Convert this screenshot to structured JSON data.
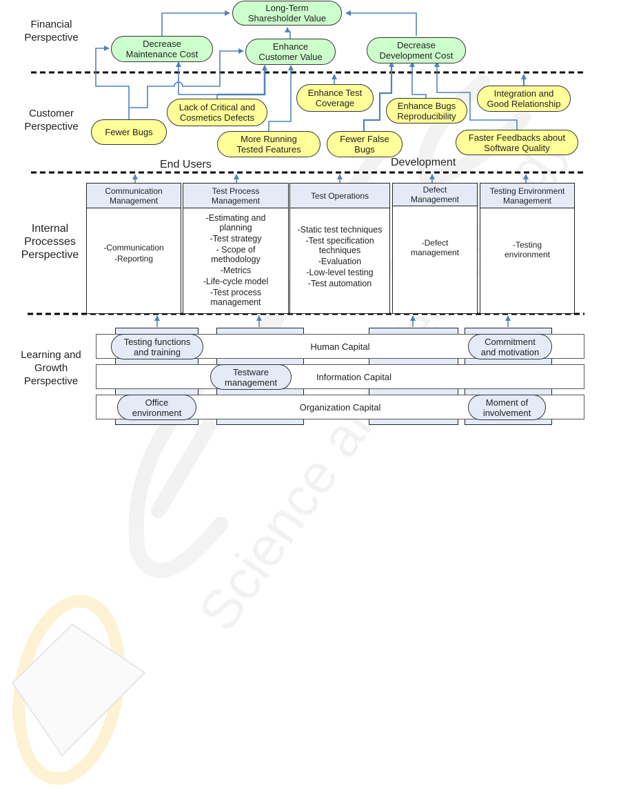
{
  "perspectives": {
    "financial": "Financial\nPerspective",
    "customer": "Customer\nPerspective",
    "internal": "Internal\nProcesses\nPerspective",
    "learning": "Learning and\nGrowth\nPerspective"
  },
  "financial_goals": {
    "shareholder_value": "Long-Term\nSharesholder Value",
    "maintenance_cost": "Decrease\nMaintenance Cost",
    "customer_value": "Enhance\nCustomer Value",
    "development_cost": "Decrease\nDevelopment Cost"
  },
  "customer_goals": {
    "fewer_bugs": "Fewer Bugs",
    "lack_defects": "Lack of Critical and\nCosmetics Defects",
    "running_features": "More Running\nTested Features",
    "test_coverage": "Enhance Test\nCoverage",
    "fewer_false_bugs": "Fewer False\nBugs",
    "bugs_reproducibility": "Enhance Bugs\nReproducibility",
    "faster_feedbacks": "Faster Feedbacks about\nSoftware Quality",
    "integration": "Integration and\nGood Relationship"
  },
  "groups": {
    "end_users": "End Users",
    "development": "Development"
  },
  "processes": [
    {
      "title": "Communication\nManagement",
      "items": [
        "-Communication",
        "-Reporting"
      ]
    },
    {
      "title": "Test Process\nManagement",
      "items": [
        "-Estimating and\nplanning",
        "-Test strategy",
        "- Scope of\nmethodology",
        "-Metrics",
        "-Life-cycle model",
        "-Test process\nmanagement"
      ]
    },
    {
      "title": "Test Operations",
      "items": [
        "-Static test techniques",
        "-Test specification\ntechniques",
        "-Evaluation",
        "-Low-level testing",
        "-Test automation"
      ]
    },
    {
      "title": "Defect\nManagement",
      "items": [
        "-Defect\nmanagement"
      ]
    },
    {
      "title": "Testing Environment\nManagement",
      "items": [
        "-Testing\nenvironment"
      ]
    }
  ],
  "capitals": {
    "human": "Human Capital",
    "information": "Information Capital",
    "organization": "Organization Capital"
  },
  "learning_items": {
    "testing_functions": "Testing functions\nand training",
    "commitment": "Commitment\nand motivation",
    "testware": "Testware\nmanagement",
    "office": "Office\nenvironment",
    "moment": "Moment of\ninvolvement"
  },
  "colors": {
    "financial_fill": "#ccffcc",
    "customer_fill": "#ffff99",
    "process_header_fill": "#e4ebf7",
    "connector": "#4f81bd",
    "divider": "#000000"
  }
}
